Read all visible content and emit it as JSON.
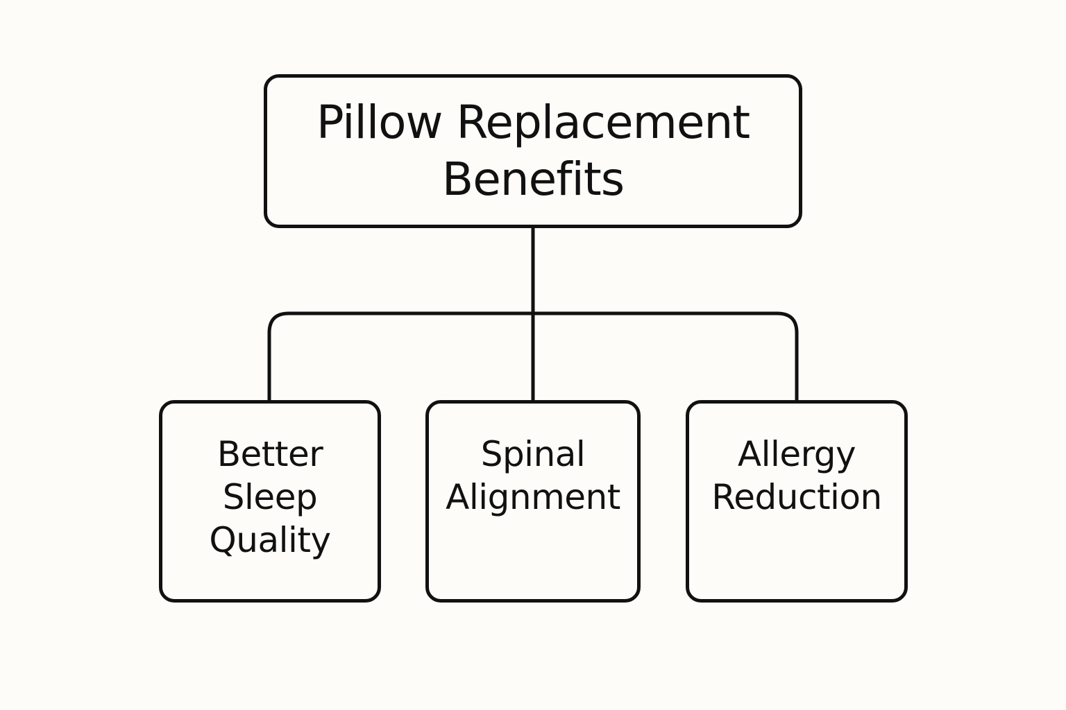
{
  "diagram": {
    "root": {
      "lines": [
        "Pillow Replacement",
        "Benefits"
      ]
    },
    "children": [
      {
        "lines": [
          "Better",
          "Sleep",
          "Quality"
        ]
      },
      {
        "lines": [
          "Spinal",
          "Alignment"
        ]
      },
      {
        "lines": [
          "Allergy",
          "Reduction"
        ]
      }
    ],
    "colors": {
      "background": "#fdfcf8",
      "stroke": "#111111",
      "text": "#111111"
    }
  }
}
